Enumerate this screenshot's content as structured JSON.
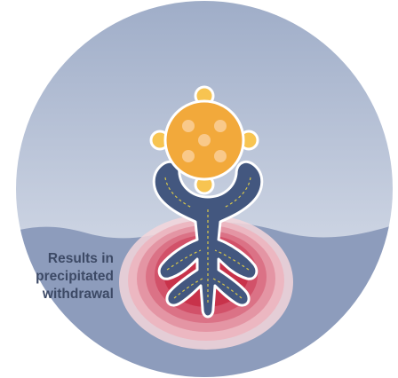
{
  "caption": {
    "lines": [
      "Results in",
      "precipitated",
      "withdrawal"
    ]
  },
  "colors": {
    "sky_top": "#9fadc8",
    "sky_bottom": "#e6eaf2",
    "membrane": "#8d9cbc",
    "receptor_fill": "#43577f",
    "receptor_outline": "#ffffff",
    "receptor_stitch": "#d9c84a",
    "ligand_body": "#f2a93b",
    "ligand_knob": "#f7c451",
    "ligand_spot": "#f9c98a",
    "glow_outer": "#f3d6db",
    "glow_inner": "#c8324a",
    "caption_text": "#3d4a66"
  },
  "icons": {
    "ligand": "antagonist-molecule-icon",
    "receptor": "opioid-receptor-icon",
    "glow": "withdrawal-signal-glow"
  }
}
